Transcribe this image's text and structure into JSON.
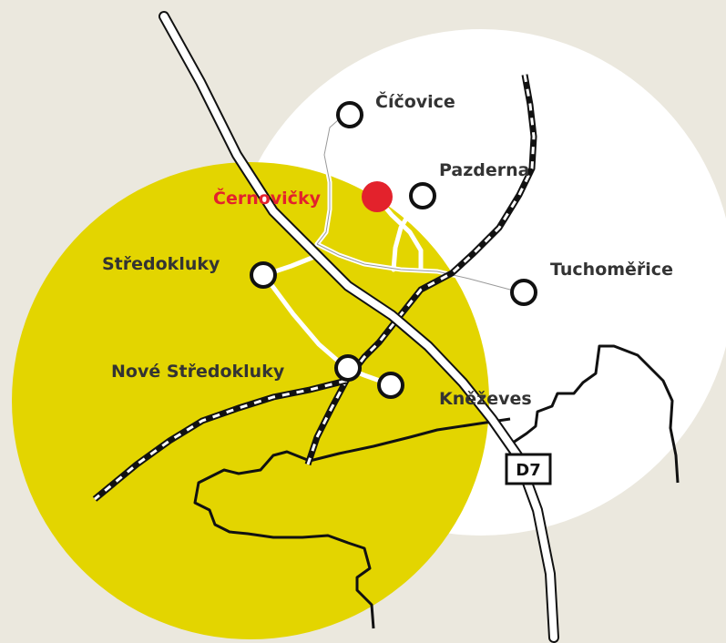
{
  "colors": {
    "background": "#ebe8de",
    "outer_circle": "#ffffff",
    "inner_circle": "#e3d500",
    "highlight": "#e3222c",
    "road": "#ffffff",
    "line": "#111111",
    "label": "#333333"
  },
  "places": {
    "cicovice": "Číčovice",
    "pazderna": "Pazderna",
    "cernovicky": "Černovičky",
    "tuchomerice": "Tuchoměřice",
    "stredokluky": "Středokluky",
    "nove_stredokluky": "Nové Středokluky",
    "knezeves": "Kněževes"
  },
  "highway": {
    "label": "D7"
  }
}
